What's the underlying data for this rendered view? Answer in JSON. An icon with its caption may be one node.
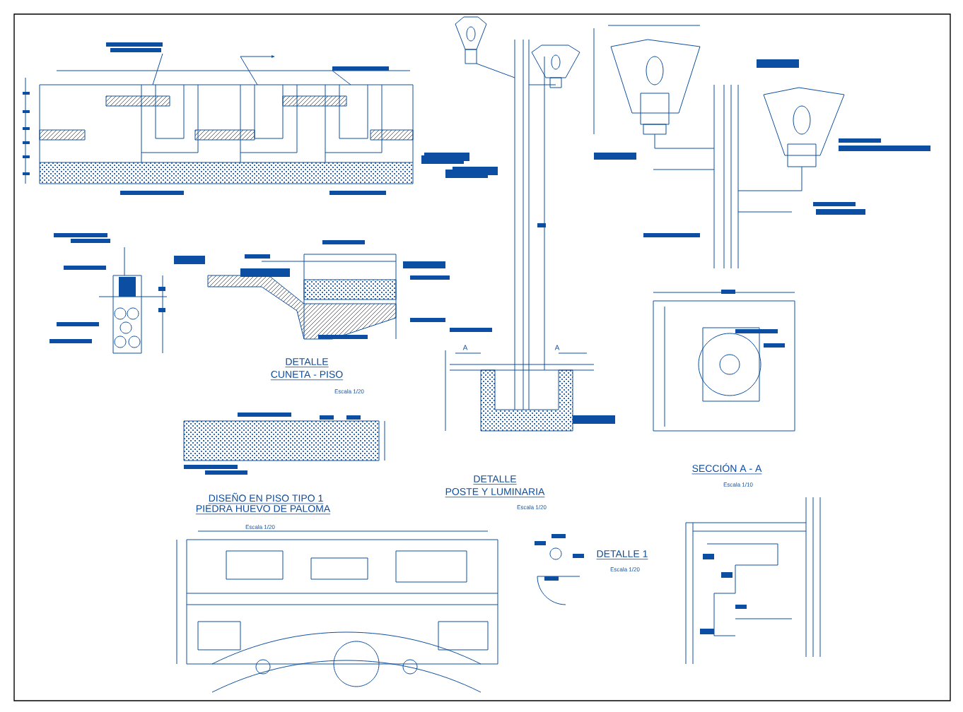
{
  "diagram": {
    "labels": [
      "A",
      "A",
      "DETALLE",
      "CUNETA - PISO",
      "Escala 1/20",
      "DETALLE",
      "POSTE Y LUMINARIA",
      "SECCIÓN A - A",
      "Escala 1/10",
      "DISEÑO EN PISO TIPO 1",
      "PIEDRA HUEVO DE PALOMA",
      "Escala 1/20",
      "Escala 1/20",
      "DETALLE 1",
      "Escala 1/20"
    ]
  }
}
